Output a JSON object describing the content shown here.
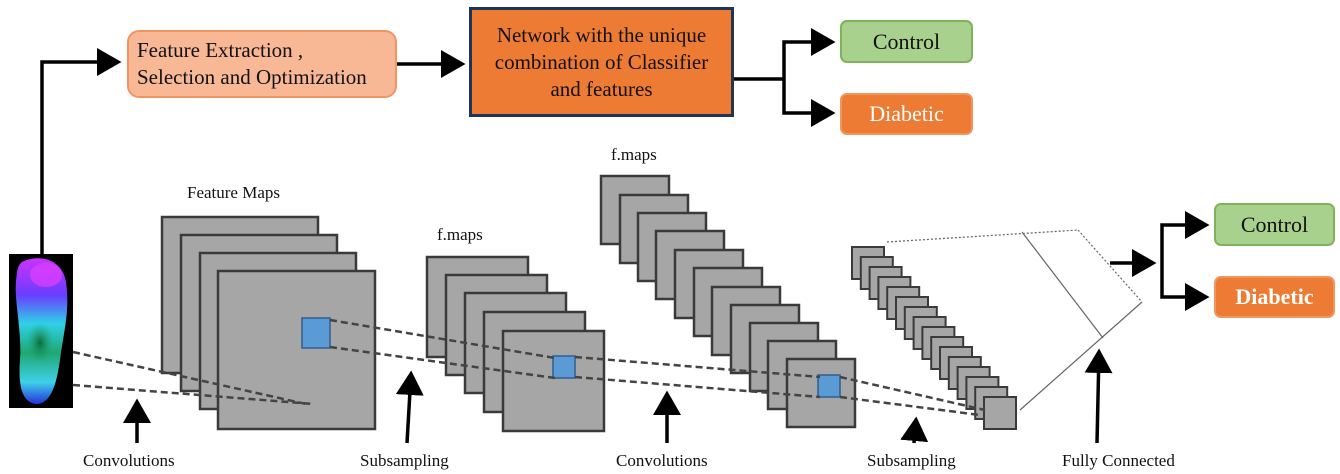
{
  "pipeline": {
    "feature_box": "Feature Extraction ,\nSelection and Optimization",
    "network_box": "Network with the unique\ncombination  of Classifier\nand features",
    "output_top": {
      "control": "Control",
      "diabetic": "Diabetic"
    },
    "output_bottom": {
      "control": "Control",
      "diabetic": "Diabetic"
    }
  },
  "cnn": {
    "stage_labels": {
      "feature_maps": "Feature Maps",
      "fmaps_1": "f.maps",
      "fmaps_2": "f.maps"
    },
    "operations": [
      "Convolutions",
      "Subsampling",
      "Convolutions",
      "Subsampling",
      "Fully Connected"
    ]
  },
  "colors": {
    "feature_box_fill": "#f8b896",
    "network_box_fill": "#ee7b33",
    "control_fill": "#a9d18e",
    "diabetic_fill": "#ee7b33",
    "map_fill": "#a6a6a6",
    "kernel_fill": "#5b9bd5"
  },
  "icons": [
    "foot-thermogram-image",
    "arrow-right-icon",
    "arrow-up-icon"
  ]
}
